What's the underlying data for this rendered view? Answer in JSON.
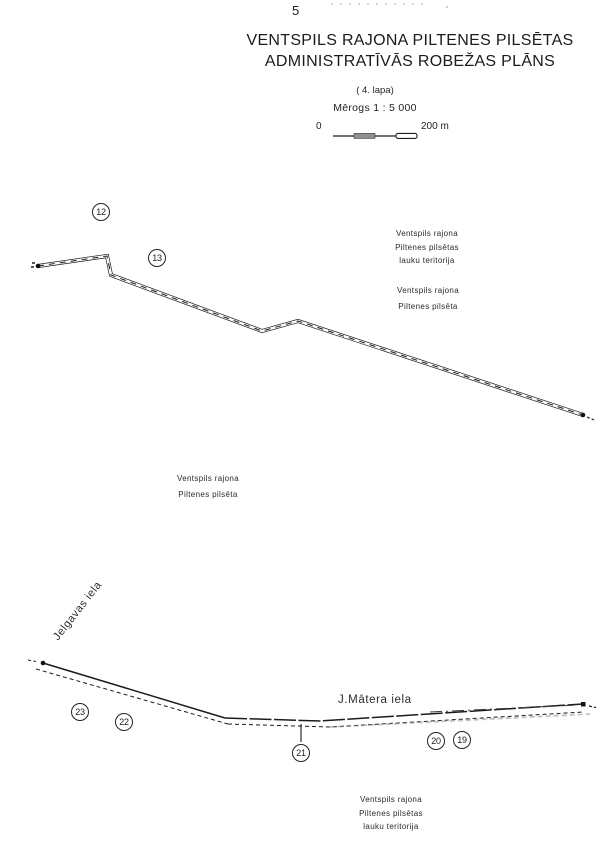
{
  "page": {
    "number": "5"
  },
  "title": {
    "line1": "VENTSPILS RAJONA PILTENES PILSĒTAS",
    "line2": "ADMINISTRATĪVĀS ROBEŽAS PLĀNS",
    "sheet_note": "( 4. lapa)",
    "scale_note": "Mērogs 1 : 5 000"
  },
  "scale_bar": {
    "start_label": "0",
    "end_label": "200 m"
  },
  "region_labels": {
    "top_rural": [
      "Ventspils rajona",
      "Piltenes pilsētas",
      "lauku teritorija"
    ],
    "top_town": [
      "Ventspils rajona",
      "Piltenes pilsēta"
    ],
    "mid_town": [
      "Ventspils rajona",
      "Piltenes pilsēta"
    ],
    "bottom_rural": [
      "Ventspils rajona",
      "Piltenes pilsētas",
      "lauku teritorija"
    ]
  },
  "streets": {
    "jelgavas": "Jelgavas iela",
    "matera": "J.Mātera iela"
  },
  "boundary_points": [
    {
      "label": "12"
    },
    {
      "label": "13"
    },
    {
      "label": "19"
    },
    {
      "label": "20"
    },
    {
      "label": "21"
    },
    {
      "label": "22"
    },
    {
      "label": "23"
    }
  ],
  "colors": {
    "ink": "#1c1c1c",
    "paper": "#ffffff"
  }
}
